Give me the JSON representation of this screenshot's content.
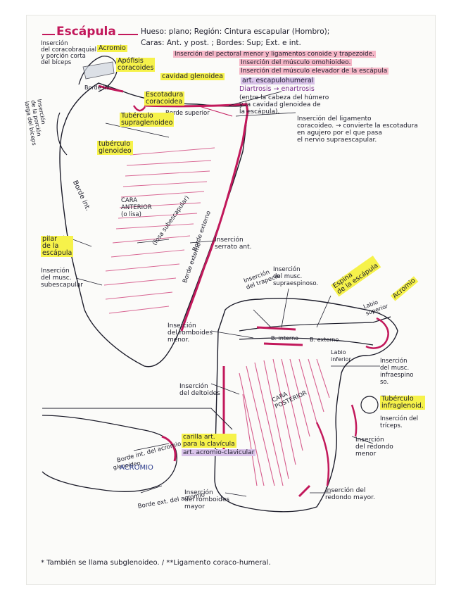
{
  "colors": {
    "ink": "#1c1c2a",
    "magenta": "#c2185b",
    "yellow": "#f6f24a",
    "pink": "#f6b8c8",
    "purple": "#d9c3ea"
  },
  "header": {
    "title": "Escápula",
    "line1": "Hueso: plano; Región: Cintura escapular (Hombro);",
    "line2": "Caras: Ant. y post. ; Bordes: Sup; Ext. e int."
  },
  "labels": {
    "insercion_coracobraquial": "Inserción\ndel coracobraquial\ny porción corta\ndel bíceps",
    "acromio_top": "Acromio",
    "apofisis": "Apófisis\ncoracoides",
    "borde_int_small": "Borde int.",
    "insercion_porcion_larga": "Inserción\nde la porción\nlarga del bíceps",
    "pectoral_menor": "Inserción del pectoral menor y ligamentos conoide y trapezoide.",
    "omohioideo": "Inserción del músculo omohioideo.",
    "elevador": "Inserción del músculo elevador de la escápula",
    "cavidad_glenoidea": "cavidad glenoidea",
    "art_escapulohumeral": "art. escapulohumeral",
    "diartrosis": "Diartrosis → enartrosis",
    "entre": "(entre la cabeza del húmero\ny la cavidad glenoidea de\nla escápula).",
    "escotadura": "Escotadura\ncoracoidea",
    "borde_superior": "Borde superior",
    "ligamento_coracoideo": "Inserción del ligamento\ncoracoideo. → convierte la escotadura\nen agujero por el que pasa\nel nervio supraescapular.",
    "tuberculo_supra": "Tubérculo\nsupraglenoideo",
    "tuberculo_glen": "tubérculo\nglenoideo",
    "borde_int": "Borde int.",
    "cara_anterior": "CARA\nANTERIOR\n(o lisa)",
    "fosa": "(fosa subescapular)",
    "borde_externo_v": "Borde externo",
    "borde_externo_2": "Borde externo",
    "pilar": "pilar\nde la\nescápula",
    "serrato": "Inserción\nserrato ant.",
    "subescapular": "Inserción\ndel musc.\nsubescapular",
    "trapecio": "Inserción\ndel trapecio",
    "supraespinoso": "Inserción\ndel musc.\nsupraespinoso.",
    "espina": "Espina\nde la escápula",
    "acromio_right": "Acromio",
    "labio_superior": "Labio\nsuperior",
    "romboides_menor": "Inserción\ndel romboides\nmenor.",
    "b_interno": "B. interno",
    "b_externo": "B. externo",
    "labio_inferior": "Labio\ninferior",
    "infraespinoso": "Inserción\ndel musc.\ninfraespino\nso.",
    "deltoides": "Inserción\ndel deltoides",
    "cara_posterior": "CARA\nPOSTERIOR",
    "tuberculo_infra": "Tubérculo\ninfraglenoid.",
    "triceps": "Inserción del\ntríceps.",
    "redondo_menor": "Inserción\ndel redondo\nmenor",
    "redondo_mayor": "Inserción del\nredondo mayor.",
    "romboides_mayor": "Inserción\ndel romboides\nmayor",
    "borde_int_acromio": "Borde int. del acromio",
    "carilla": "carilla art.\npara la clavícula",
    "art_acromio": "art. acromio-clavicular",
    "glenoideo_small": "glenoideo",
    "acromio_box": "ACROMIO",
    "borde_ext_acromio": "Borde ext. del acromio"
  },
  "footnote": "* También se llama subglenoideo. / **Ligamento coraco-humeral."
}
